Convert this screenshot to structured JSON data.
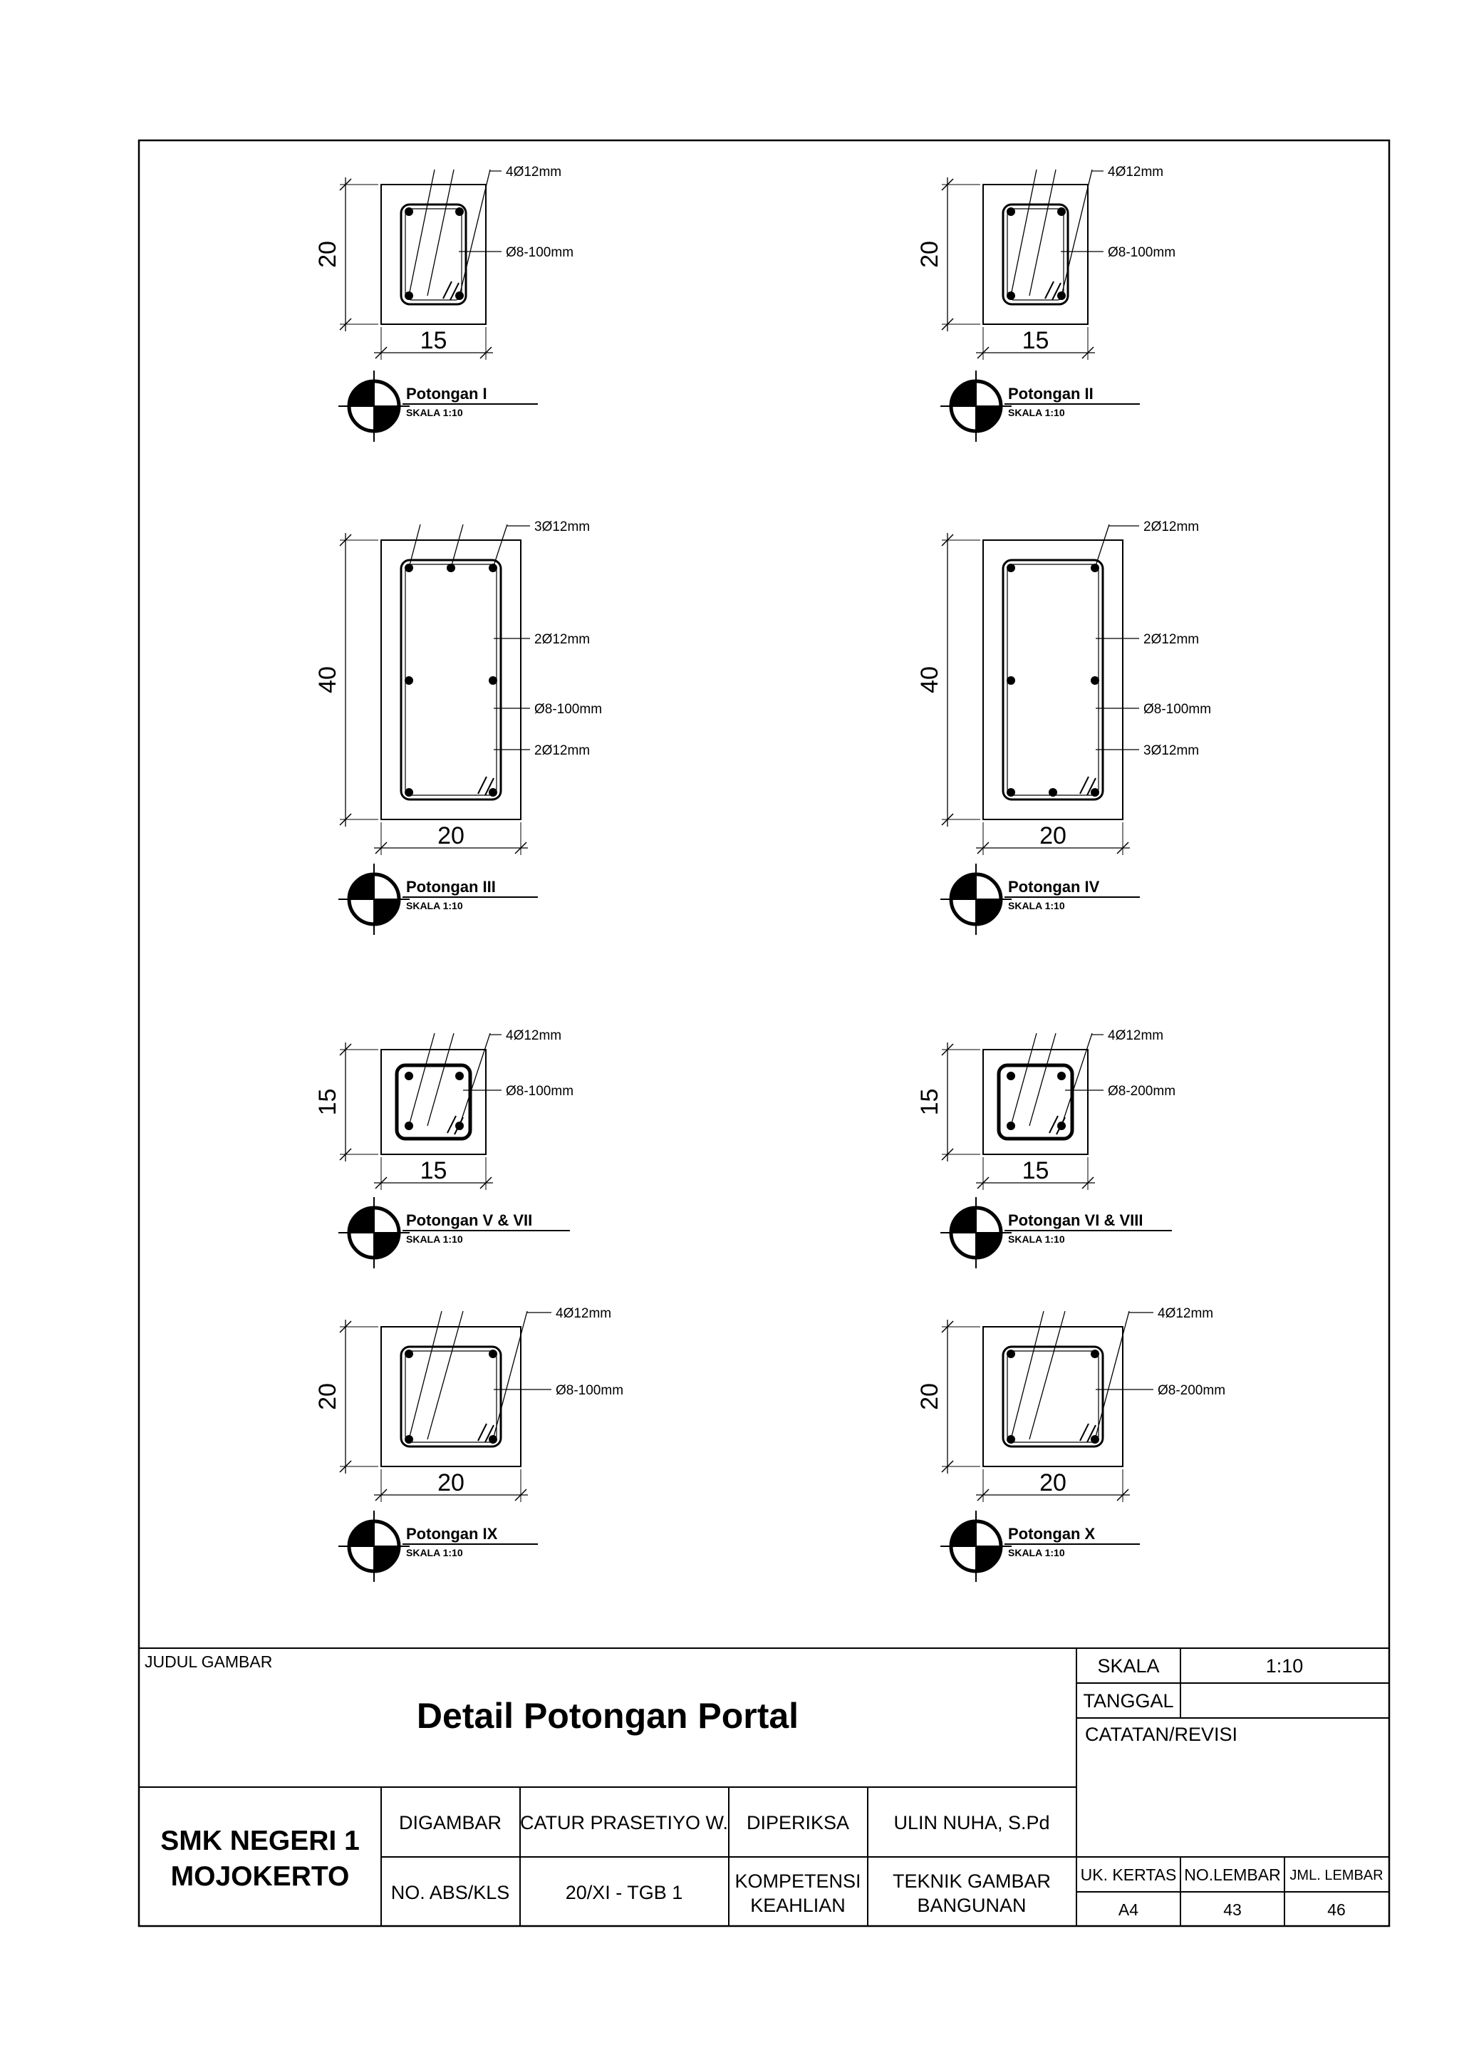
{
  "sections": [
    {
      "id": "I",
      "name": "Potongan I",
      "scale": "SKALA 1:10",
      "height": "20",
      "width": "15",
      "callouts": [
        "4Ø12mm",
        "Ø8-100mm"
      ]
    },
    {
      "id": "II",
      "name": "Potongan II",
      "scale": "SKALA 1:10",
      "height": "20",
      "width": "15",
      "callouts": [
        "4Ø12mm",
        "Ø8-100mm"
      ]
    },
    {
      "id": "III",
      "name": "Potongan III",
      "scale": "SKALA 1:10",
      "height": "40",
      "width": "20",
      "callouts": [
        "3Ø12mm",
        "2Ø12mm",
        "Ø8-100mm",
        "2Ø12mm"
      ]
    },
    {
      "id": "IV",
      "name": "Potongan IV",
      "scale": "SKALA 1:10",
      "height": "40",
      "width": "20",
      "callouts": [
        "2Ø12mm",
        "2Ø12mm",
        "Ø8-100mm",
        "3Ø12mm"
      ]
    },
    {
      "id": "V",
      "name": "Potongan V & VII",
      "scale": "SKALA 1:10",
      "height": "15",
      "width": "15",
      "callouts": [
        "4Ø12mm",
        "Ø8-100mm"
      ]
    },
    {
      "id": "VI",
      "name": "Potongan VI & VIII",
      "scale": "SKALA 1:10",
      "height": "15",
      "width": "15",
      "callouts": [
        "4Ø12mm",
        "Ø8-200mm"
      ]
    },
    {
      "id": "IX",
      "name": "Potongan IX",
      "scale": "SKALA 1:10",
      "height": "20",
      "width": "20",
      "callouts": [
        "4Ø12mm",
        "Ø8-100mm"
      ]
    },
    {
      "id": "X",
      "name": "Potongan X",
      "scale": "SKALA 1:10",
      "height": "20",
      "width": "20",
      "callouts": [
        "4Ø12mm",
        "Ø8-200mm"
      ]
    }
  ],
  "title_block": {
    "judul_label": "JUDUL GAMBAR",
    "title": "Detail Potongan Portal",
    "skala_label": "SKALA",
    "skala_value": "1:10",
    "tanggal_label": "TANGGAL",
    "tanggal_value": "",
    "catatan_label": "CATATAN/REVISI",
    "school_line1": "SMK NEGERI 1",
    "school_line2": "MOJOKERTO",
    "digambar_label": "DIGAMBAR",
    "digambar_value": "CATUR PRASETIYO W.",
    "diperiksa_label": "DIPERIKSA",
    "diperiksa_value": "ULIN NUHA, S.Pd",
    "absen_label": "NO. ABS/KLS",
    "absen_value": "20/XI - TGB 1",
    "kompetensi_line1": "KOMPETENSI",
    "kompetensi_line2": "KEAHLIAN",
    "keahlian_line1": "TEKNIK GAMBAR",
    "keahlian_line2": "BANGUNAN",
    "kertas_label": "UK. KERTAS",
    "kertas_value": "A4",
    "lembar_label": "NO.LEMBAR",
    "lembar_value": "43",
    "jml_label": "JML. LEMBAR",
    "jml_value": "46"
  }
}
